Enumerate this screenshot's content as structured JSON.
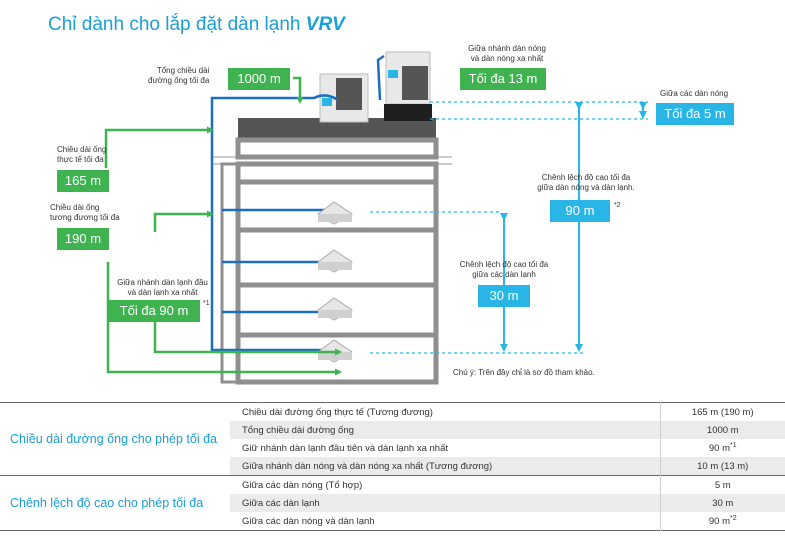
{
  "title": {
    "prefix": "Chỉ dành cho lắp đặt dàn lạnh",
    "brand": "VRV"
  },
  "labels": {
    "total_length": "Tổng chiều dài\nđường ống tối đa",
    "actual_length": "Chiều dài ống\nthực tế tối đa",
    "equivalent_length": "Chiều dài ống\ntương đương tối đa",
    "first_branch": "Giữa nhánh dàn lạnh đầu\nvà dàn lạnh xa nhất",
    "outdoor_branch": "Giữa nhánh dàn nóng\nvà dàn nóng xa nhất",
    "between_outdoor": "Giữa các dàn nóng",
    "height_outdoor_indoor": "Chênh lệch độ cao tối đa\ngiữa dàn nóng và dàn lạnh.",
    "height_indoor": "Chênh lệch độ cao tối đa\ngiữa các dàn lạnh"
  },
  "values": {
    "total_length": "1000 m",
    "actual_length": "165 m",
    "equivalent_length": "190 m",
    "first_branch": "Tối đa 90 m",
    "outdoor_branch": "Tối đa 13 m",
    "between_outdoor": "Tối đa 5 m",
    "height_outdoor_indoor": "90 m",
    "height_indoor": "30 m"
  },
  "footnotes": {
    "first_branch": "*1",
    "height_outdoor_indoor": "*2"
  },
  "note": "Chú ý: Trên đây chỉ là sơ đồ tham khảo.",
  "colors": {
    "green": "#3fb34f",
    "blue": "#1a6fc4",
    "cyan": "#29b6e6",
    "title": "#1a9fd6"
  },
  "table": {
    "groups": [
      {
        "category": "Chiều dài đường ống cho phép tối đa",
        "rows": [
          {
            "item": "Chiều dài đường ống thực tế (Tương đương)",
            "value": "165 m (190 m)",
            "sup": ""
          },
          {
            "item": "Tổng chiều dài đường ống",
            "value": "1000 m",
            "sup": ""
          },
          {
            "item": "Giữ nhánh dàn lạnh đầu tiên và dàn lạnh xa nhất",
            "value": "90 m",
            "sup": "*1"
          },
          {
            "item": "Giữa nhánh dàn nóng và dàn nóng xa nhất (Tương đương)",
            "value": "10 m (13 m)",
            "sup": ""
          }
        ]
      },
      {
        "category": "Chênh lệch độ cao cho phép tối đa",
        "rows": [
          {
            "item": "Giữa các dàn nóng (Tổ hợp)",
            "value": "5 m",
            "sup": ""
          },
          {
            "item": "Giữa các dàn lạnh",
            "value": "30 m",
            "sup": ""
          },
          {
            "item": "Giữa các dàn nóng và dàn lạnh",
            "value": "90 m",
            "sup": "*2"
          }
        ]
      }
    ]
  }
}
